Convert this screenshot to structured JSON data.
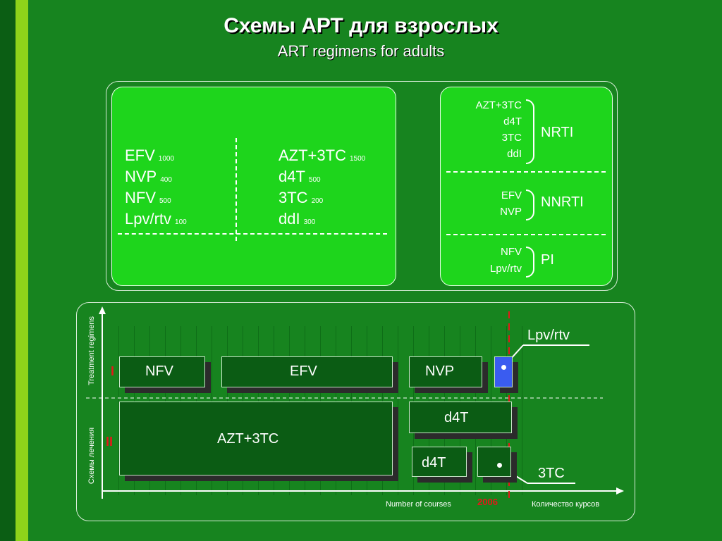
{
  "title": "Схемы АРТ для взрослых",
  "subtitle": "ART regimens for adults",
  "left_panel": {
    "col1": [
      {
        "name": "EFV",
        "dose": "1000"
      },
      {
        "name": "NVP",
        "dose": "400"
      },
      {
        "name": "NFV",
        "dose": "500"
      },
      {
        "name": "Lpv/rtv",
        "dose": "100"
      }
    ],
    "col2": [
      {
        "name": "AZT+3TC",
        "dose": "1500"
      },
      {
        "name": "d4T",
        "dose": "500"
      },
      {
        "name": "3TC",
        "dose": "200"
      },
      {
        "name": "ddI",
        "dose": "300"
      }
    ]
  },
  "right_panel": {
    "groups": [
      {
        "drugs": [
          "AZT+3TC",
          "d4T",
          "3TC",
          "ddI"
        ],
        "class": "NRTI"
      },
      {
        "drugs": [
          "EFV",
          "NVP"
        ],
        "class": "NNRTI"
      },
      {
        "drugs": [
          "NFV",
          "Lpv/rtv"
        ],
        "class": "PI"
      }
    ]
  },
  "timeline": {
    "y_label_en": "Treatment regimens",
    "y_label_ru": "Схемы лечения",
    "x_label_en": "Number of courses",
    "x_label_ru": "Количество курсов",
    "year": "2006",
    "row1_roman": "I",
    "row2_roman": "II",
    "boxes": {
      "nfv": "NFV",
      "efv": "EFV",
      "nvp": "NVP",
      "azt3tc": "AZT+3TC",
      "d4t_a": "d4T",
      "d4t_b": "d4T"
    },
    "callouts": {
      "lpv": "Lpv/rtv",
      "tc3": "3TC"
    },
    "colors": {
      "box_fill": "#0b5c14",
      "highlight_box": "#3a5cf0",
      "marker_line": "#e31818"
    }
  }
}
